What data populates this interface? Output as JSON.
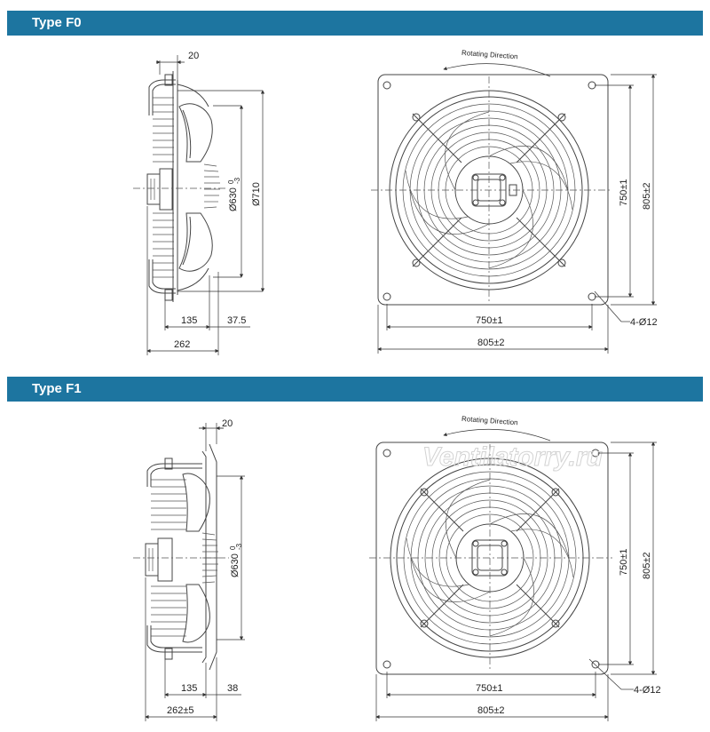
{
  "sections": [
    {
      "title": "Type F0",
      "side": {
        "top_width": "20",
        "diameter_inner": "Ø630",
        "tol_upper": "0",
        "tol_lower": "-3",
        "diameter_outer": "Ø710",
        "depth_1": "135",
        "depth_2": "37.5",
        "total_depth": "262"
      },
      "front": {
        "rotation": "Rotating Direction",
        "hole_spacing_h": "750±1",
        "plate_width": "805±2",
        "hole_spacing_v": "750±1",
        "plate_height": "805±2",
        "holes": "4-Ø12"
      }
    },
    {
      "title": "Type F1",
      "side": {
        "top_width": "20",
        "diameter_inner": "Ø630",
        "tol_upper": "0",
        "tol_lower": "-3",
        "depth_1": "135",
        "depth_2": "38",
        "total_depth": "262±5"
      },
      "front": {
        "rotation": "Rotating Direction",
        "hole_spacing_h": "750±1",
        "plate_width": "805±2",
        "hole_spacing_v": "750±1",
        "plate_height": "805±2",
        "holes": "4-Ø12"
      }
    }
  ],
  "watermark": "Ventilatorry.ru"
}
